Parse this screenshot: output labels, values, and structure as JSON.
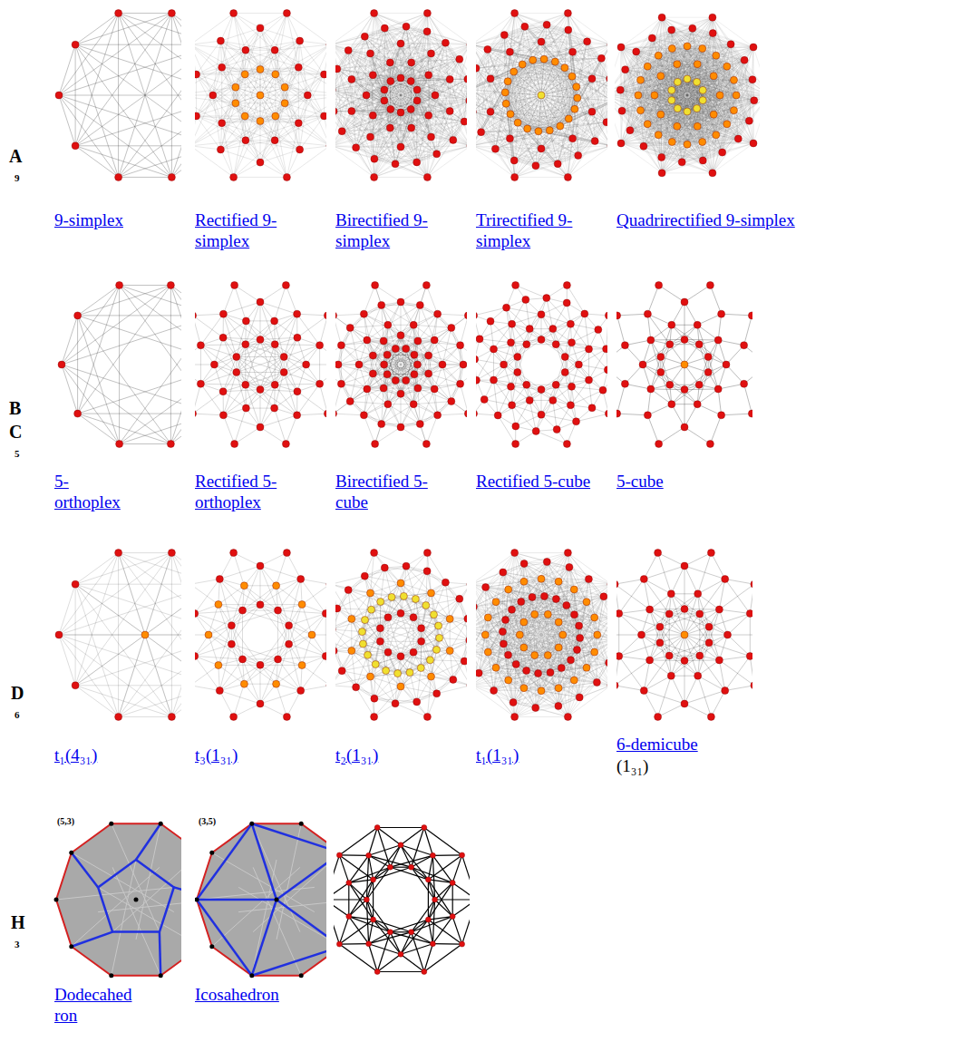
{
  "diagram": {
    "labels": [
      "A",
      "9",
      "9-simplex",
      "Rectified 9-simplex",
      "Birectified 9-simplex",
      "Trirectified 9-simplex",
      "Quadrirectified 9-simplex",
      "B",
      "C",
      "5",
      "5-orthoplex",
      "Rectified 5-orthoplex",
      "Birectified 5-cube",
      "Rectified 5-cube",
      "5-cube",
      "D",
      "6",
      "t₁(4₃₁)",
      "t₃(1₃₁)",
      "t₂(1₃₁)",
      "t₁(1₃₁)",
      "6-demicube",
      "(1₃₁)",
      "H",
      "3",
      "(5,3)",
      "(3,5)",
      "Dodecahedron",
      "Icosahedron"
    ]
  }
}
